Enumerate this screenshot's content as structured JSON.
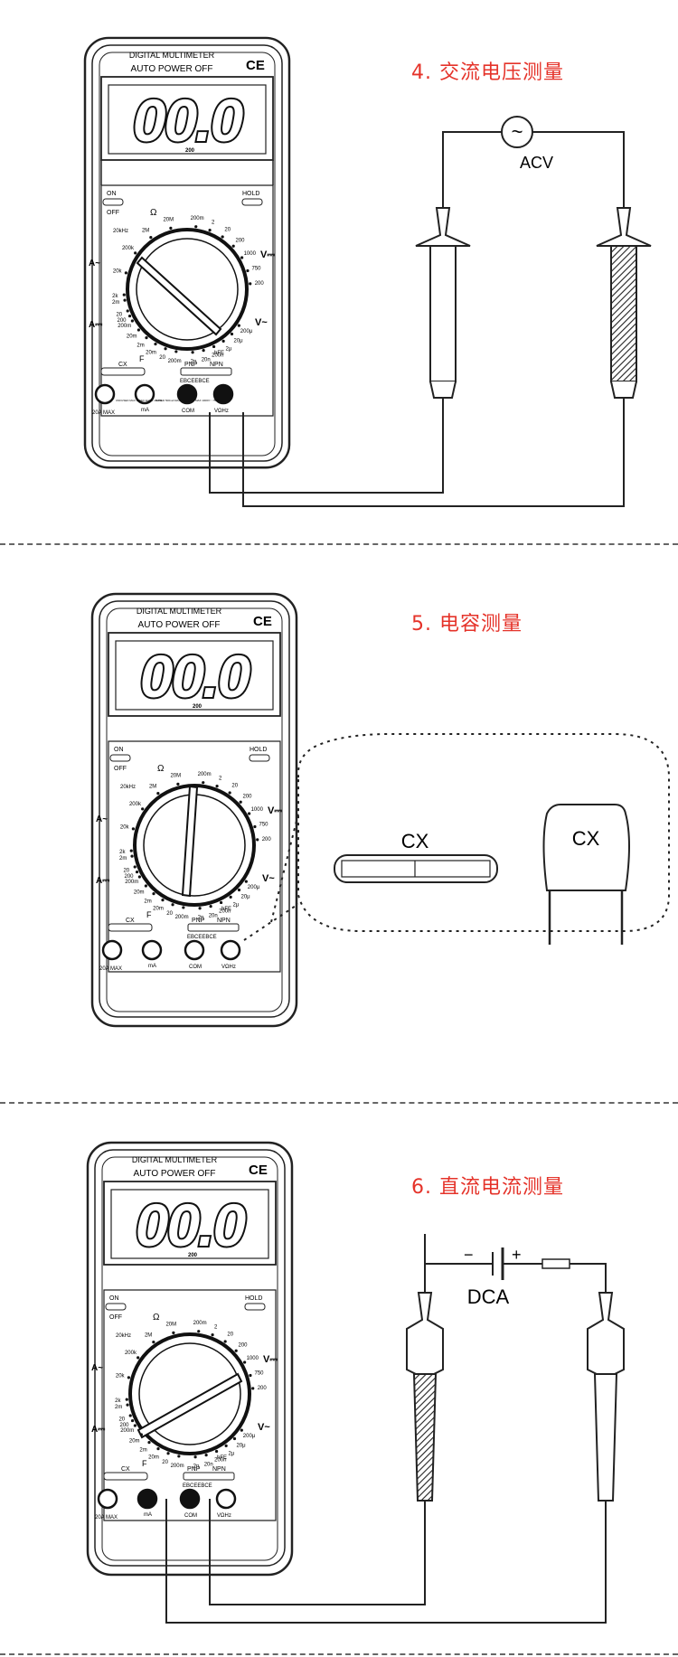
{
  "sections": [
    {
      "title": "4. 交流电压测量",
      "source_label": "ACV",
      "display": "00.0",
      "display_sub": "200"
    },
    {
      "title": "5. 电容测量",
      "cap_label_left": "CX",
      "cap_label_right": "CX",
      "display": "00.0",
      "display_sub": "200"
    },
    {
      "title": "6. 直流电流测量",
      "source_label": "DCA",
      "battery_minus": "−",
      "battery_plus": "+",
      "display": "00.0",
      "display_sub": "200"
    }
  ],
  "meter": {
    "brand_line1": "DIGITAL MULTIMETER",
    "brand_line2": "AUTO POWER OFF",
    "ce_mark": "CE",
    "on": "ON",
    "off": "OFF",
    "hold": "HOLD",
    "ohm": "Ω",
    "hz": "20kHz",
    "diode": "·))",
    "ohm_ranges": [
      "200",
      "2k",
      "20k",
      "200k",
      "2M",
      "20M"
    ],
    "dcv_ranges": [
      "200m",
      "2",
      "20",
      "200",
      "1000"
    ],
    "acv_ranges": [
      "750",
      "200"
    ],
    "hfe": "hFE",
    "acv_label": "V~",
    "dcv_label": "V⎓",
    "aca_label": "A~",
    "dca_label": "A⎓",
    "aca_ranges": [
      "20m",
      "200m",
      "20",
      "2m"
    ],
    "dca_ranges": [
      "200m",
      "20",
      "20m",
      "2m"
    ],
    "cap_ranges": [
      "200μ",
      "20μ",
      "2μ",
      "200n",
      "20n",
      "2n"
    ],
    "farad": "F",
    "cx": "CX",
    "pnp": "PNP",
    "npn": "NPN",
    "ebce": "EBCEEBCE",
    "jack_20a": "20A MAX",
    "jack_ma": "mA",
    "jack_com": "COM",
    "jack_v": "VΩHz",
    "warn_20a": "UNFUSED MAX 10SEC EACH 15MIN",
    "warn_ma": "FUSED 500mA MAX",
    "warn_v": "MAX 1000V⎓ 750V~"
  }
}
